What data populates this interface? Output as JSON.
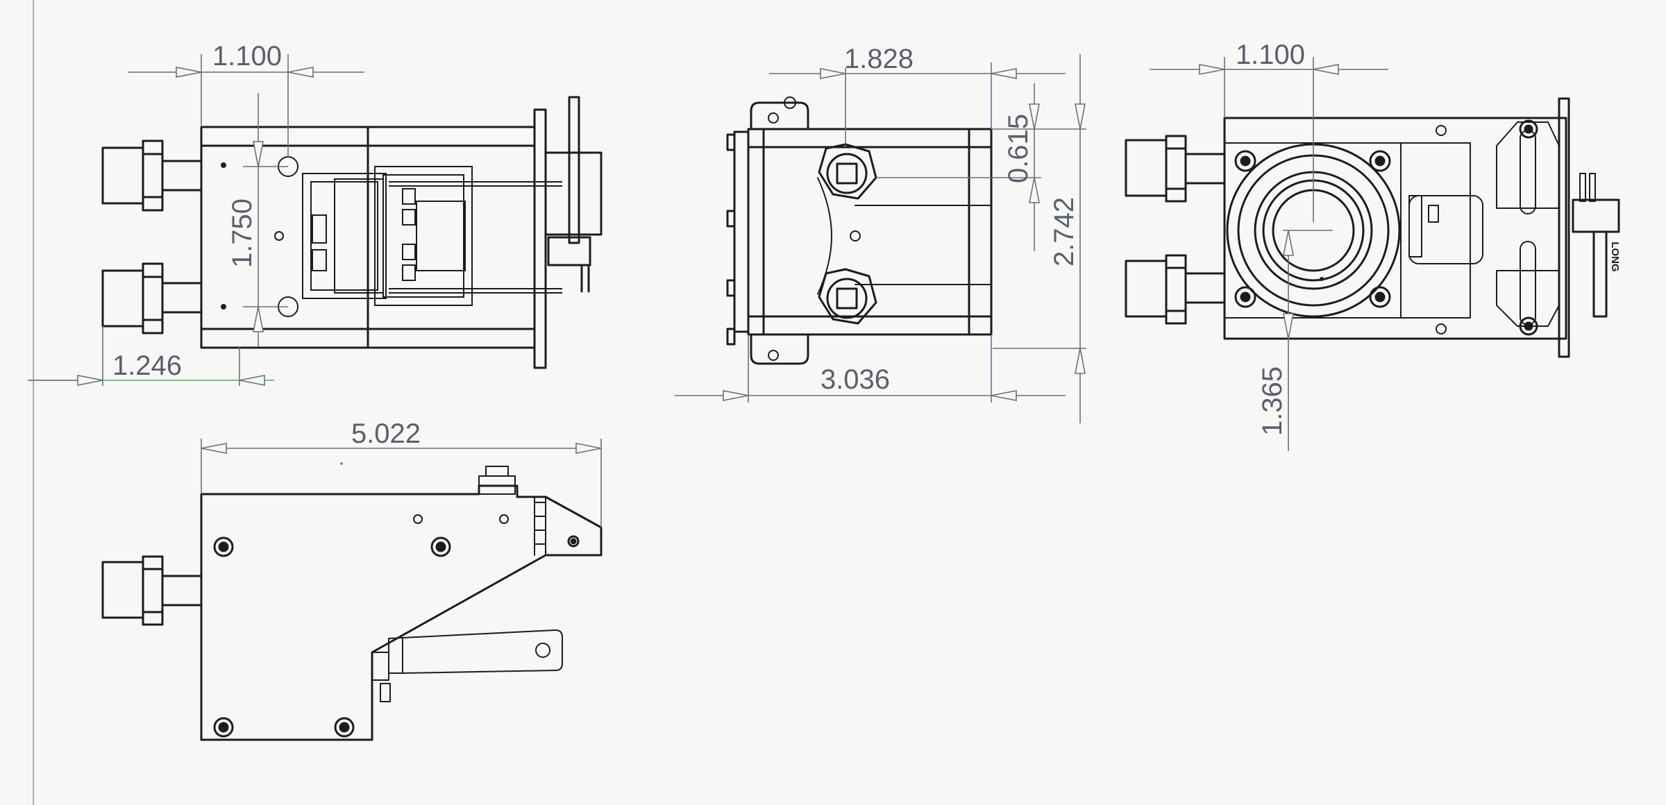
{
  "dimensions": {
    "view1_width": "1.100",
    "view1_height": "1.750",
    "view1_offset": "1.246",
    "view2_width": "1.828",
    "view2_offset": "0.615",
    "view2_height": "2.742",
    "view2_total": "3.036",
    "view3_width": "1.100",
    "view3_offset": "1.365",
    "view4_length": "5.022"
  },
  "labels": {
    "side_stamp": "LONG"
  },
  "colors": {
    "line": "#1c1c1c",
    "dimension": "#6a6f7c",
    "paper": "#f7f7f5"
  }
}
